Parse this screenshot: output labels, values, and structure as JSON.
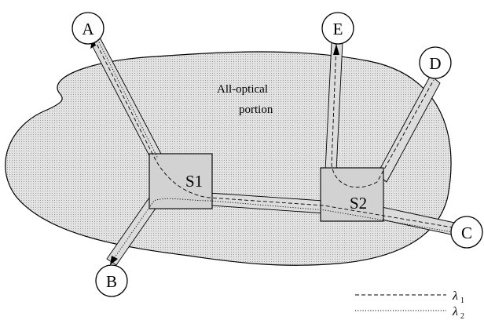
{
  "region": {
    "label_line1": "All-optical",
    "label_line2": "portion",
    "fill_color": "#d6d6d6"
  },
  "nodes": [
    {
      "id": "A",
      "label": "A"
    },
    {
      "id": "B",
      "label": "B"
    },
    {
      "id": "C",
      "label": "C"
    },
    {
      "id": "D",
      "label": "D"
    },
    {
      "id": "E",
      "label": "E"
    }
  ],
  "switches": [
    {
      "id": "S1",
      "label": "S1"
    },
    {
      "id": "S2",
      "label": "S2"
    }
  ],
  "legend": [
    {
      "symbol": "λ",
      "subscript": "1",
      "line_style": "dashed"
    },
    {
      "symbol": "λ",
      "subscript": "2",
      "line_style": "dotted"
    }
  ]
}
